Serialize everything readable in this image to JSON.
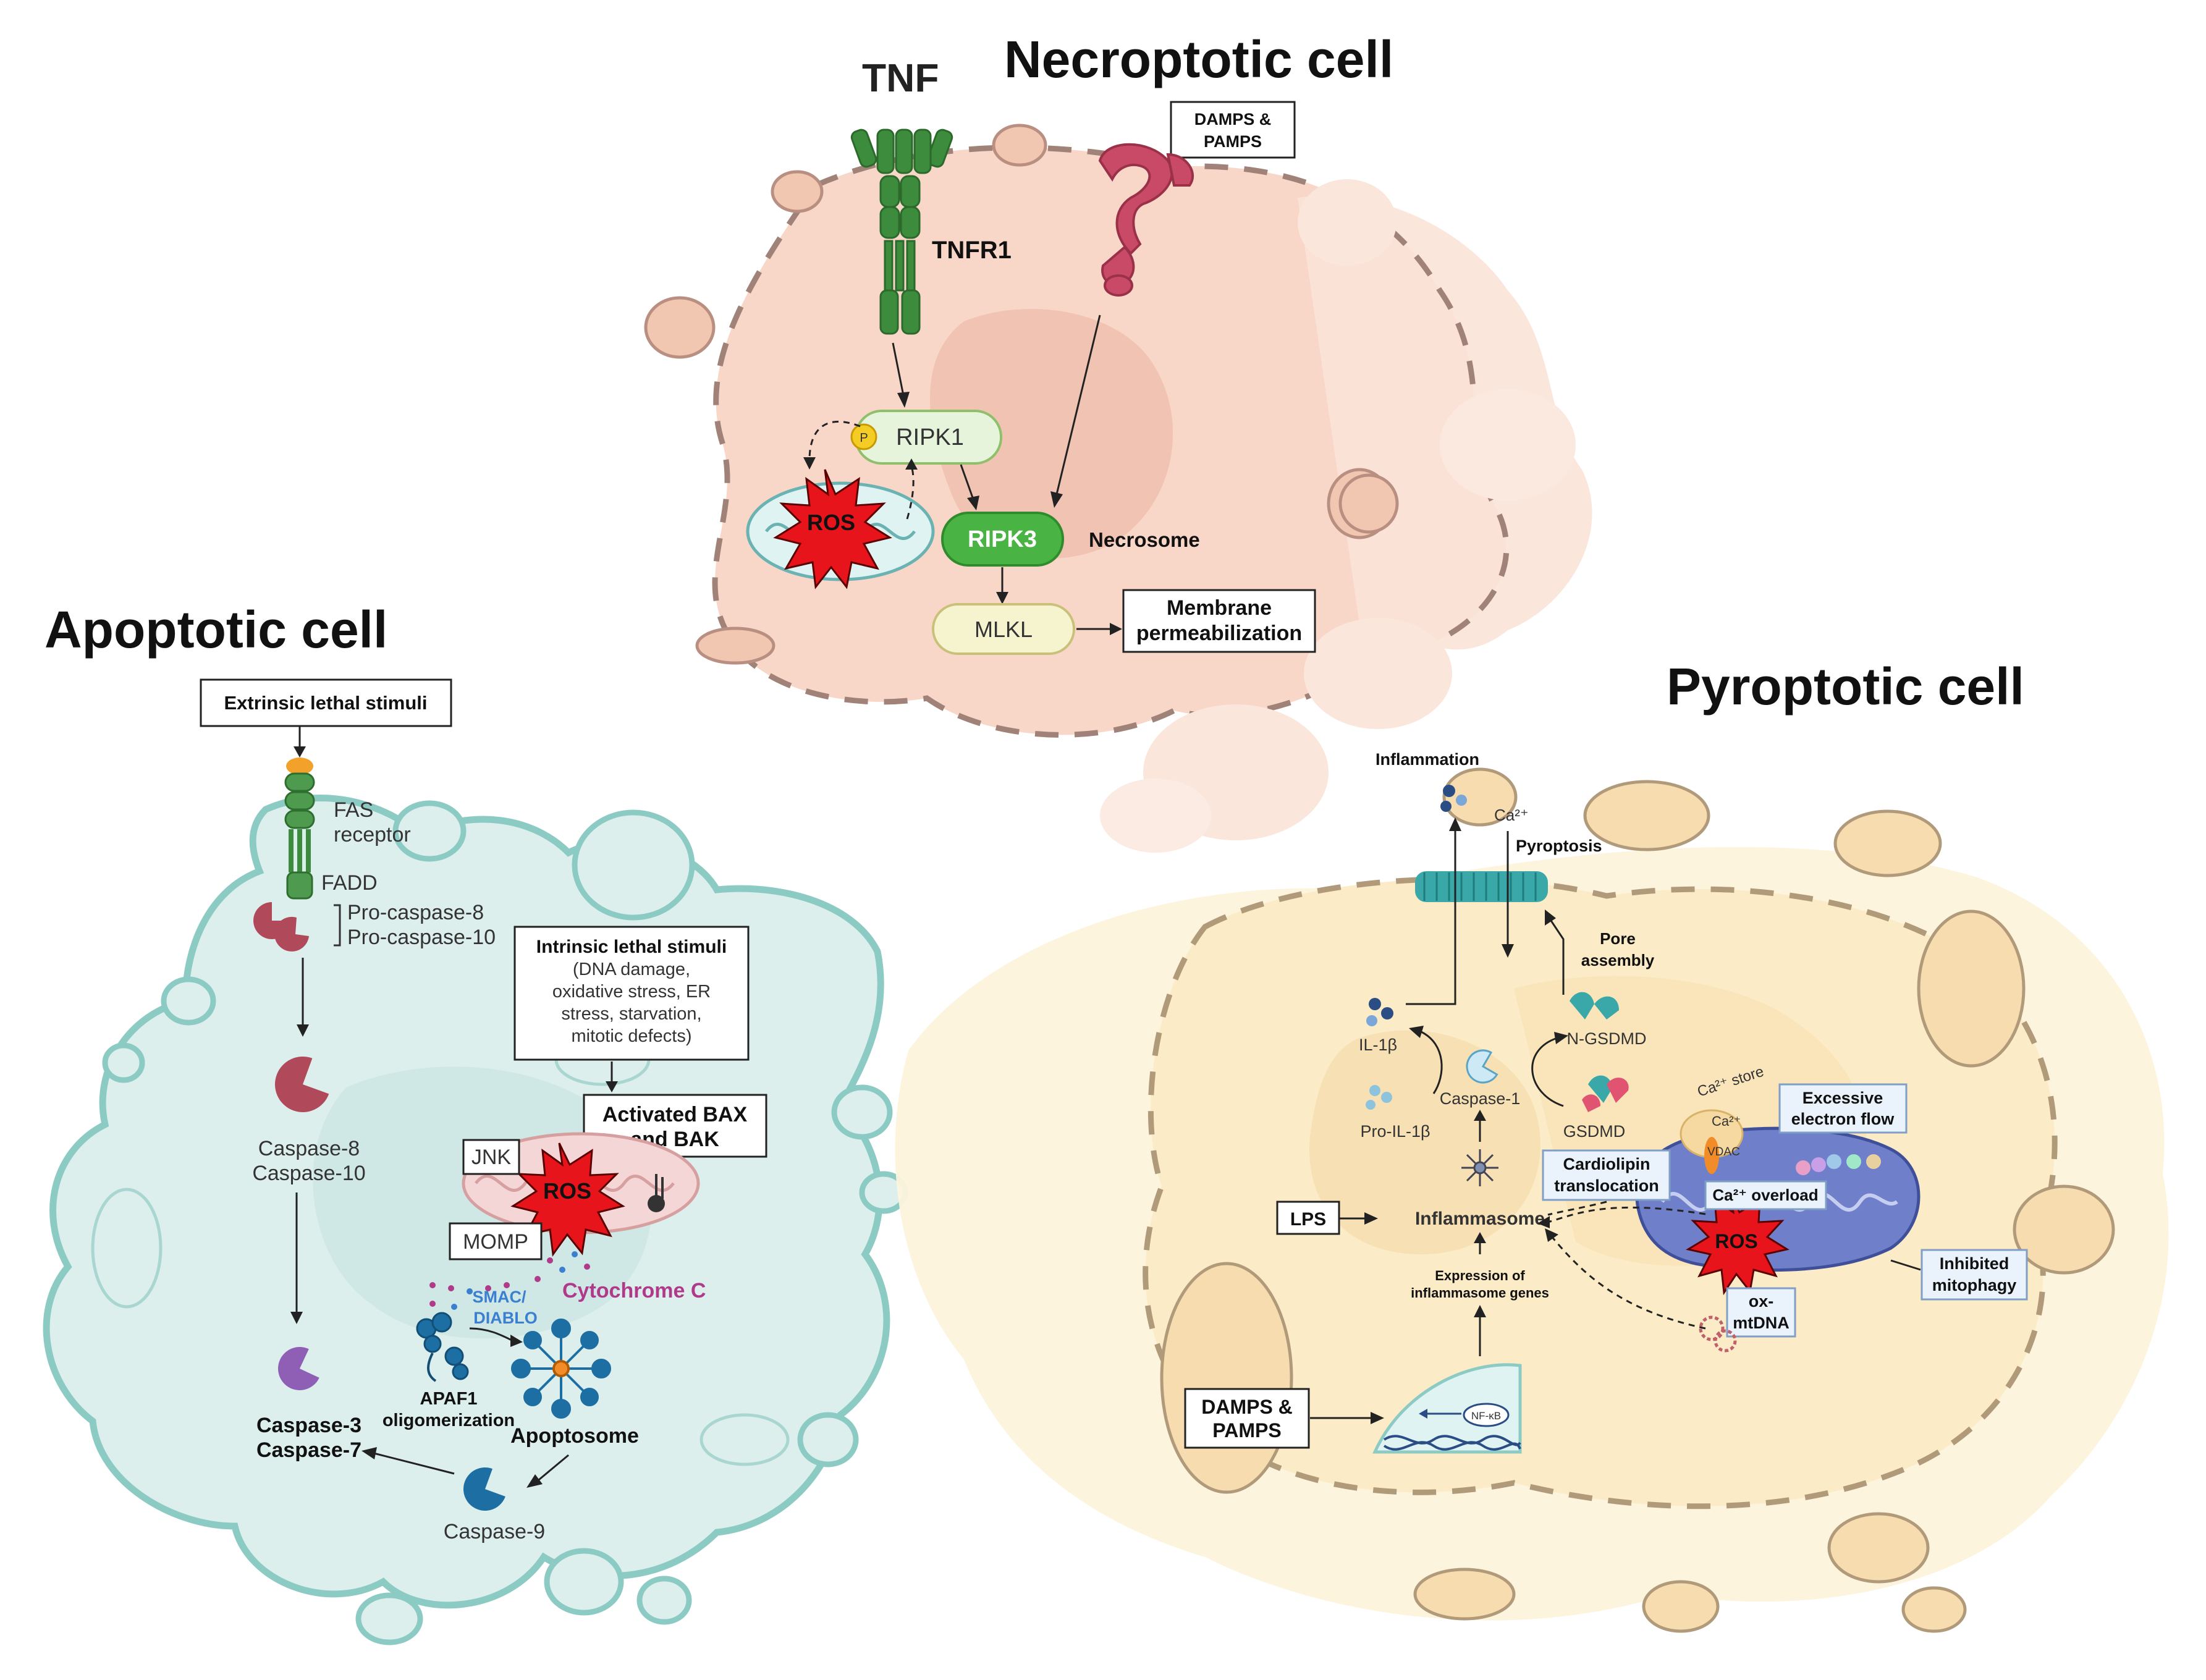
{
  "necroptotic": {
    "title": "Necroptotic cell",
    "tnf": "TNF",
    "tnfr1": "TNFR1",
    "damps": [
      "DAMPS &",
      "PAMPS"
    ],
    "p": "P",
    "ripk1": "RIPK1",
    "ros": "ROS",
    "ripk3": "RIPK3",
    "necrosome": "Necrosome",
    "mlkl": "MLKL",
    "membrane": [
      "Membrane",
      "permeabilization"
    ]
  },
  "apoptotic": {
    "title": "Apoptotic cell",
    "extrinsic": "Extrinsic lethal stimuli",
    "fas": [
      "FAS",
      "receptor"
    ],
    "fadd": "FADD",
    "procasp": [
      "Pro-caspase-8",
      "Pro-caspase-10"
    ],
    "intrinsic_title": "Intrinsic lethal stimuli",
    "intrinsic_lines": [
      "(DNA damage,",
      "oxidative stress, ER",
      "stress, starvation,",
      "mitotic defects)"
    ],
    "casp810": [
      "Caspase-8",
      "Caspase-10"
    ],
    "bax": [
      "Activated BAX",
      "and BAK"
    ],
    "jnk": "JNK",
    "ros": "ROS",
    "momp": "MOMP",
    "cytc": "Cytochrome C",
    "smac": [
      "SMAC/",
      "DIABLO"
    ],
    "apaf": [
      "APAF1",
      "oligomerization"
    ],
    "apoptosome": "Apoptosome",
    "casp37": [
      "Caspase-3",
      "Caspase-7"
    ],
    "casp9": "Caspase-9"
  },
  "pyroptotic": {
    "title": "Pyroptotic cell",
    "inflammation": "Inflammation",
    "ca": "Ca²⁺",
    "pyroptosis": "Pyroptosis",
    "pore": [
      "Pore",
      "assembly"
    ],
    "il1b": "IL-1β",
    "nGsdmd": "N-GSDMD",
    "casp1": "Caspase-1",
    "proIl1b": "Pro-IL-1β",
    "gsdmd": "GSDMD",
    "castore": "Ca²⁺ store",
    "ca2": "Ca²⁺",
    "excessive": [
      "Excessive",
      "electron flow"
    ],
    "vdac": "VDAC",
    "cardiolipin": [
      "Cardiolipin",
      "translocation"
    ],
    "caoverload": "Ca²⁺ overload",
    "lps": "LPS",
    "inflammasome": "Inflammasome",
    "ros": "ROS",
    "inhibited": [
      "Inhibited",
      "mitophagy"
    ],
    "expression": [
      "Expression of",
      "inflammasome genes"
    ],
    "ox": [
      "ox-",
      "mtDNA"
    ],
    "damps": [
      "DAMPS &",
      "PAMPS"
    ],
    "nfkb": "NF-κB"
  },
  "colors": {
    "necro_fill": "#f7d3c3",
    "necro_outline": "#a08278",
    "apo_fill": "#dcefed",
    "apo_outline": "#8ccbc4",
    "pyro_fill": "#fbecc8",
    "pyro_outline": "#b09a7a",
    "ros_red": "#e8141b",
    "ripk3_green": "#49b443",
    "receptor_green": "#3d8b3d",
    "caspase_pink": "#b04a5a",
    "caspase_purple": "#8e5fb5",
    "caspase_blue": "#1d6fa3",
    "mito_blue": "#6f7fc9",
    "teal_pore": "#3aa7a8"
  }
}
